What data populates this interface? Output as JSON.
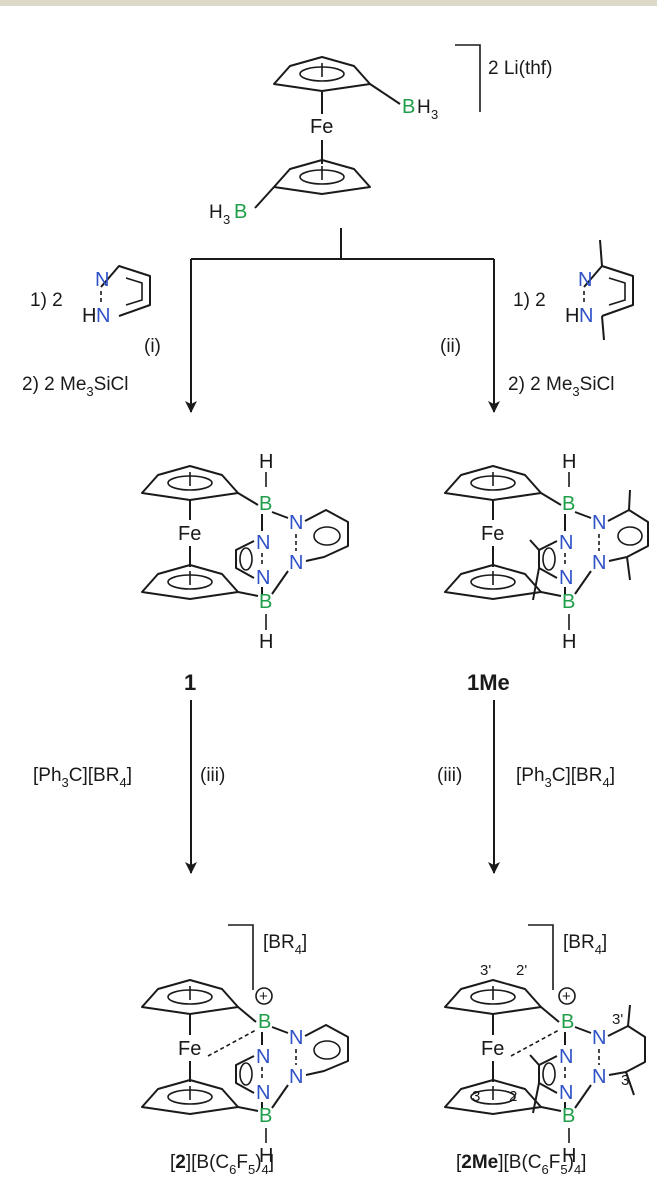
{
  "colors": {
    "top_rule": "#ddd9c8",
    "boron": "#1f9e4a",
    "nitrogen": "#2f52c8",
    "ink": "#1a1a1a"
  },
  "atoms": {
    "iron": "Fe",
    "boron": "B",
    "nitrogen": "N",
    "hydrogen": "H",
    "borane": "H",
    "borane_sub": "3"
  },
  "start": {
    "counter_ion": "2 Li(thf)"
  },
  "reagents": {
    "left_step1": "1) 2",
    "right_step1": "1) 2",
    "step2": {
      "pre": "2) 2 Me",
      "sub": "3",
      "post": "SiCl"
    },
    "trityl": {
      "a": "[Ph",
      "a_sub": "3",
      "b": "C][BR",
      "b_sub": "4",
      "c": "]"
    }
  },
  "conditions": {
    "i": "(i)",
    "ii": "(ii)",
    "iii": "(iii)"
  },
  "labels": {
    "compound_1": "1",
    "compound_1me": "1Me"
  },
  "anion": {
    "pre": "[BR",
    "sub": "4",
    "post": "]"
  },
  "products": {
    "left": {
      "open": "[",
      "name": "2",
      "mid": "][B(C",
      "sub1": "6",
      "f": "F",
      "sub2": "5",
      "close": ")",
      "sub3": "4",
      "end": "]"
    },
    "right": {
      "open": "[",
      "name": "2Me",
      "mid": "][B(C",
      "sub1": "6",
      "f": "F",
      "sub2": "5",
      "close": ")",
      "sub3": "4",
      "end": "]"
    }
  },
  "charge_symbol": "+",
  "numbering": {
    "three": "3",
    "two": "2",
    "three_prime": "3'",
    "two_prime": "2'"
  }
}
